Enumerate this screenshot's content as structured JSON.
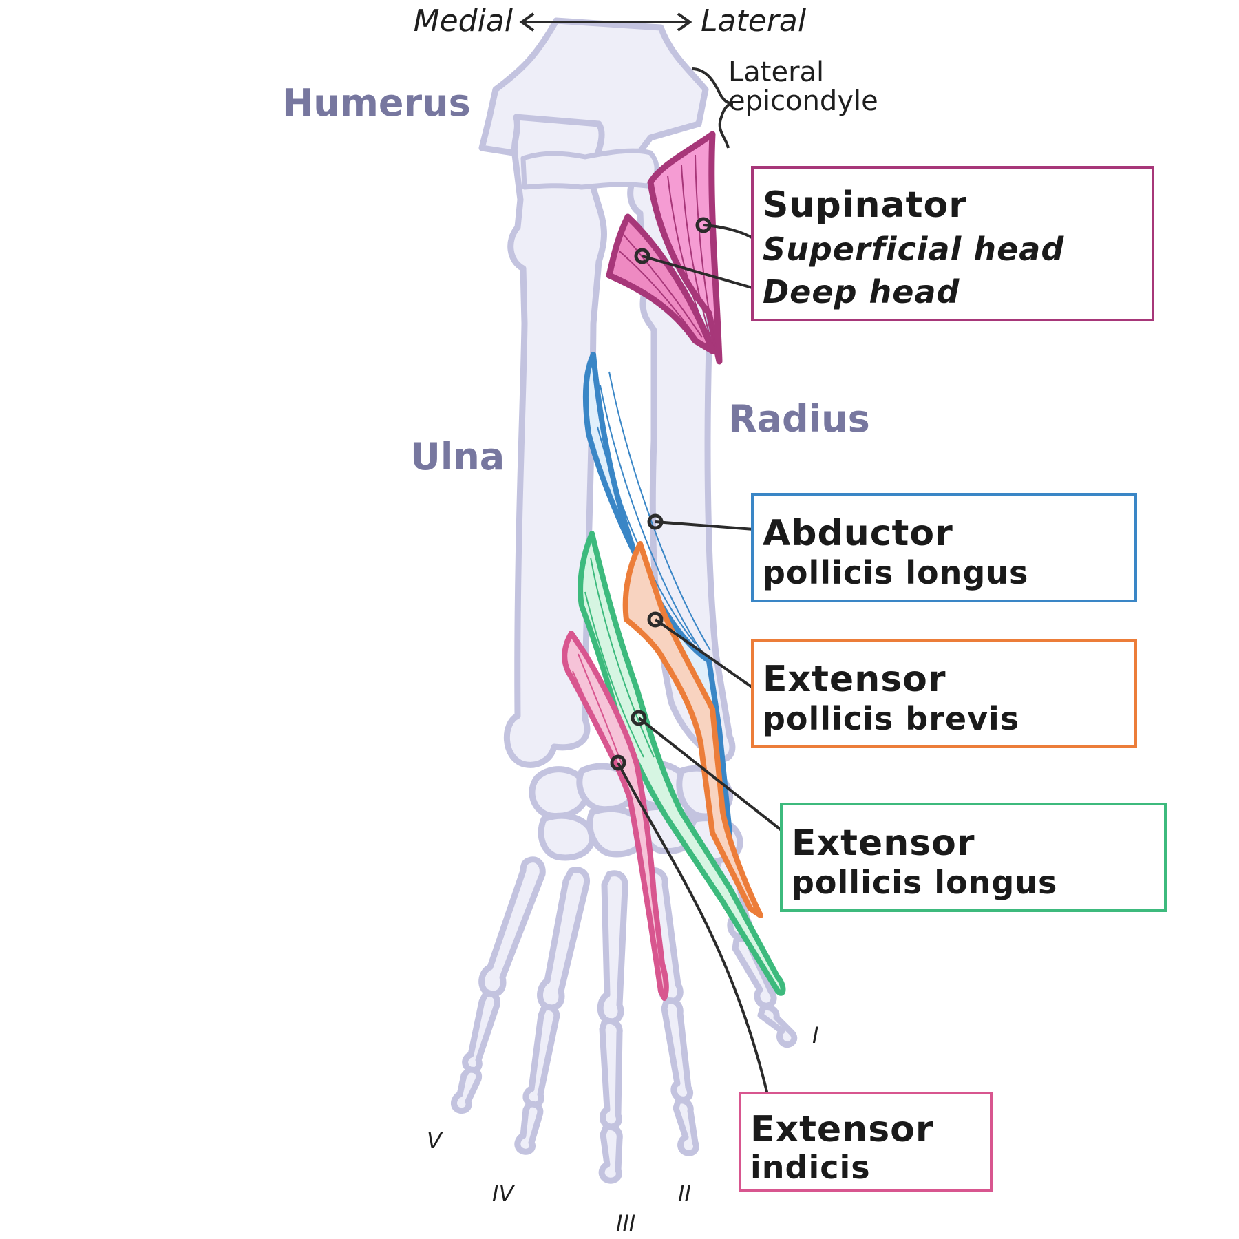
{
  "directions": {
    "medial": "Medial",
    "lateral": "Lateral"
  },
  "bones": {
    "humerus": "Humerus",
    "ulna": "Ulna",
    "radius": "Radius"
  },
  "landmark": {
    "line1": "Lateral",
    "line2": "epicondyle"
  },
  "digits": [
    "I",
    "II",
    "III",
    "IV",
    "V"
  ],
  "muscles": {
    "supinator": {
      "title": "Supinator",
      "parts": [
        "Superficial head",
        "Deep head"
      ],
      "color": "#a73779"
    },
    "apl": {
      "line1": "Abductor",
      "line2": "pollicis longus",
      "color": "#3a86c6"
    },
    "epb": {
      "line1": "Extensor",
      "line2": "pollicis brevis",
      "color": "#ec7d39"
    },
    "epl": {
      "line1": "Extensor",
      "line2": "pollicis longus",
      "color": "#3dba7d"
    },
    "ei": {
      "line1": "Extensor",
      "line2": "indicis",
      "color": "#d8568f"
    }
  }
}
